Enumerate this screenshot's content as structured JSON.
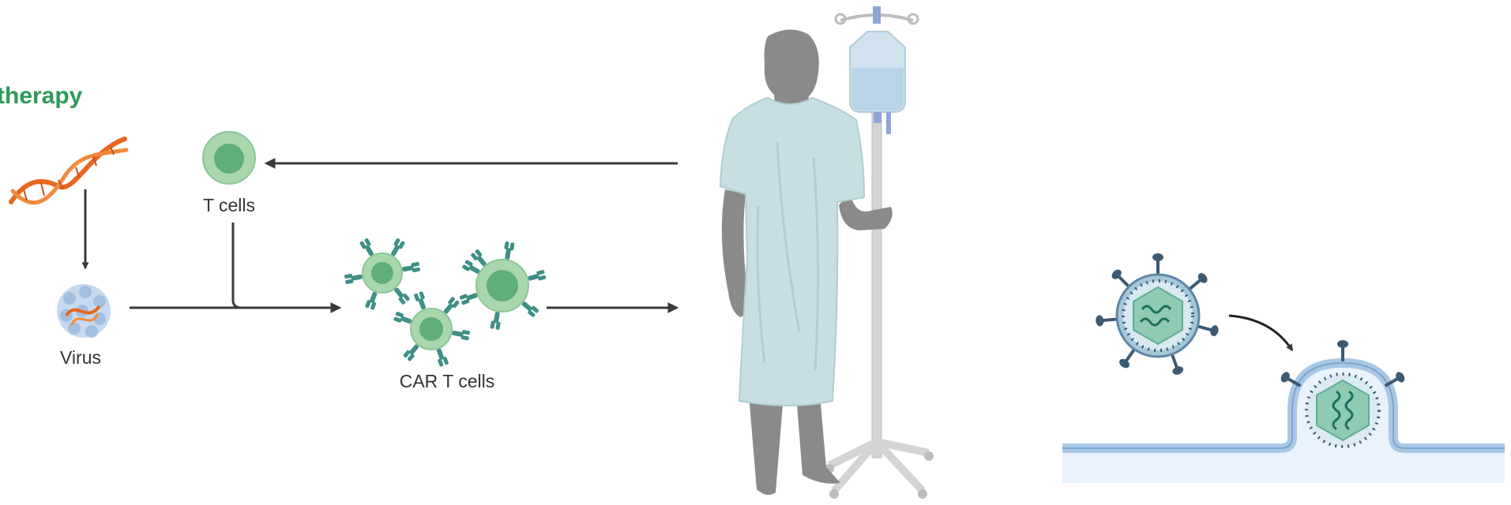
{
  "diagram": {
    "heading": "therapy",
    "labels": {
      "t_cells": "T cells",
      "virus": "Virus",
      "car_t_cells": "CAR T cells"
    }
  },
  "colors": {
    "heading": "#2e9a58",
    "arrow": "#3a3a3a",
    "cell_outer": "#a9d6ad",
    "cell_inner": "#5fae7b",
    "receptor": "#3f8f86",
    "dna": "#e8661e",
    "gown": "#c7dfe2",
    "skin": "#8a8a8a",
    "iv_bag": "#cfe2ee",
    "pole": "#cfcfcf",
    "virus_shell": "#a6c6da",
    "virus_core": "#8fcab3",
    "membrane": "#a9c8e6",
    "spike": "#3c5a73"
  },
  "icons": [
    "dna-icon",
    "virus-particle-icon",
    "t-cell-icon",
    "car-t-cell-icon",
    "patient-icon",
    "iv-drip-icon",
    "enveloped-virus-icon",
    "cell-membrane-icon"
  ]
}
